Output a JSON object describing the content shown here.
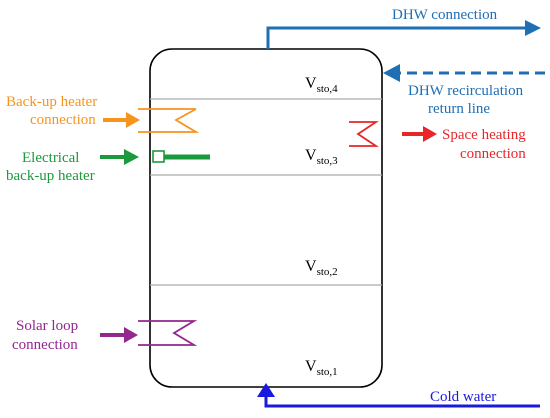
{
  "diagram": {
    "volumes": [
      {
        "base": "V",
        "sub": "sto,4"
      },
      {
        "base": "V",
        "sub": "sto,3"
      },
      {
        "base": "V",
        "sub": "sto,2"
      },
      {
        "base": "V",
        "sub": "sto,1"
      }
    ],
    "labels": {
      "dhw_connection": "DHW connection",
      "dhw_recirc_line1": "DHW recirculation",
      "dhw_recirc_line2": "return line",
      "backup_line1": "Back-up heater",
      "backup_line2": "connection",
      "electrical_line1": "Electrical",
      "electrical_line2": "back-up heater",
      "space_line1": "Space heating",
      "space_line2": "connection",
      "solar_line1": "Solar loop",
      "solar_line2": "connection",
      "cold_water": "Cold water"
    },
    "colors": {
      "blue": "#1f6fb4",
      "navy": "#1a1adf",
      "orange": "#f7941d",
      "green": "#1a9a3c",
      "red": "#e8262a",
      "purple": "#93278f",
      "tank_outline": "#000000",
      "divider": "#aaaaaa"
    }
  }
}
